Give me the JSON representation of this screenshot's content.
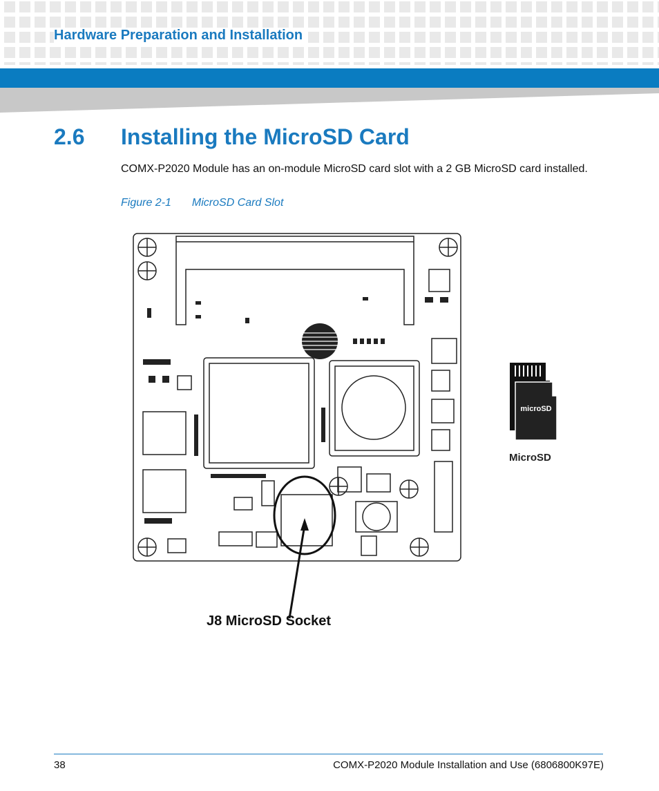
{
  "header": {
    "running_head": "Hardware Preparation and Installation",
    "accent_color": "#0a7cc1"
  },
  "section": {
    "number": "2.6",
    "title": "Installing the MicroSD Card",
    "body": "COMX-P2020 Module has an on-module MicroSD card slot with a 2 GB MicroSD card installed."
  },
  "figure": {
    "label": "Figure 2-1",
    "title": "MicroSD Card Slot",
    "callout": "J8 MicroSD Socket",
    "card_caption": "MicroSD",
    "card_text": "microSD"
  },
  "footer": {
    "page_number": "38",
    "doc_title": "COMX-P2020 Module Installation and Use (6806800K97E)"
  }
}
